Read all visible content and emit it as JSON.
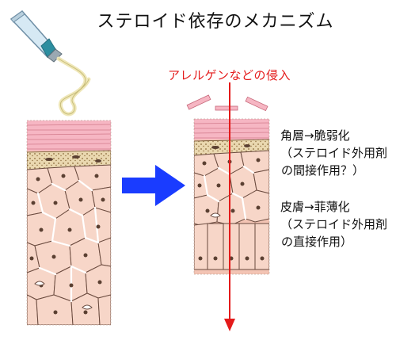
{
  "title": "ステロイド依存のメカニズム",
  "allergen": {
    "label": "アレルゲンなどの侵入",
    "color": "#e41a1a"
  },
  "notes": [
    {
      "head": "角層→脆弱化",
      "sub1": "（ステロイド外用剤",
      "sub2": "の間接作用？）"
    },
    {
      "head": "皮膚→菲薄化",
      "sub1": "（ステロイド外用剤",
      "sub2": "の直接作用）"
    }
  ],
  "colors": {
    "transition_arrow": "#1a3cff",
    "skin_pink": "#f3c4b4",
    "cell_fill": "#f6d2c4",
    "stratum_corneum": "#f6b6c3",
    "granular_band": "#e7d3a6",
    "nucleus": "#5b4032"
  },
  "icons": {
    "tube": "ointment-tube-icon",
    "transition": "right-arrow-icon"
  }
}
